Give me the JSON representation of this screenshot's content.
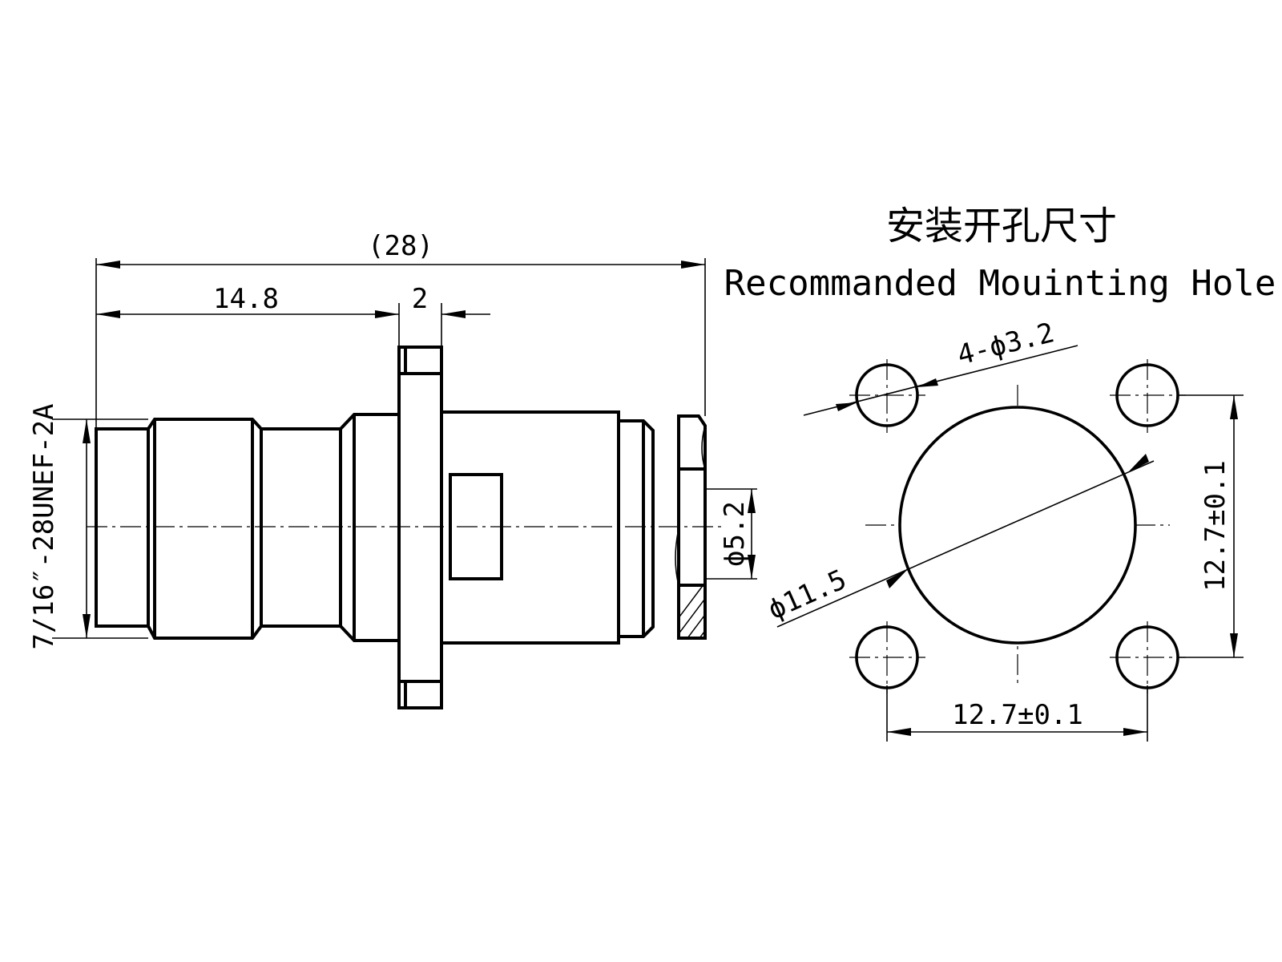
{
  "connector_view": {
    "overall_length": "(28)",
    "front_length": "14.8",
    "flange_thickness": "2",
    "thread_spec": "7/16″-28UNEF-2A",
    "pin_diameter": "ϕ5.2"
  },
  "mounting_hole": {
    "title_cn": "安装开孔尺寸",
    "title_en": "Recommanded Mouinting Hole",
    "screw_holes": "4-ϕ3.2",
    "center_hole": "ϕ11.5",
    "pitch_vertical": "12.7±0.1",
    "pitch_horizontal": "12.7±0.1"
  }
}
